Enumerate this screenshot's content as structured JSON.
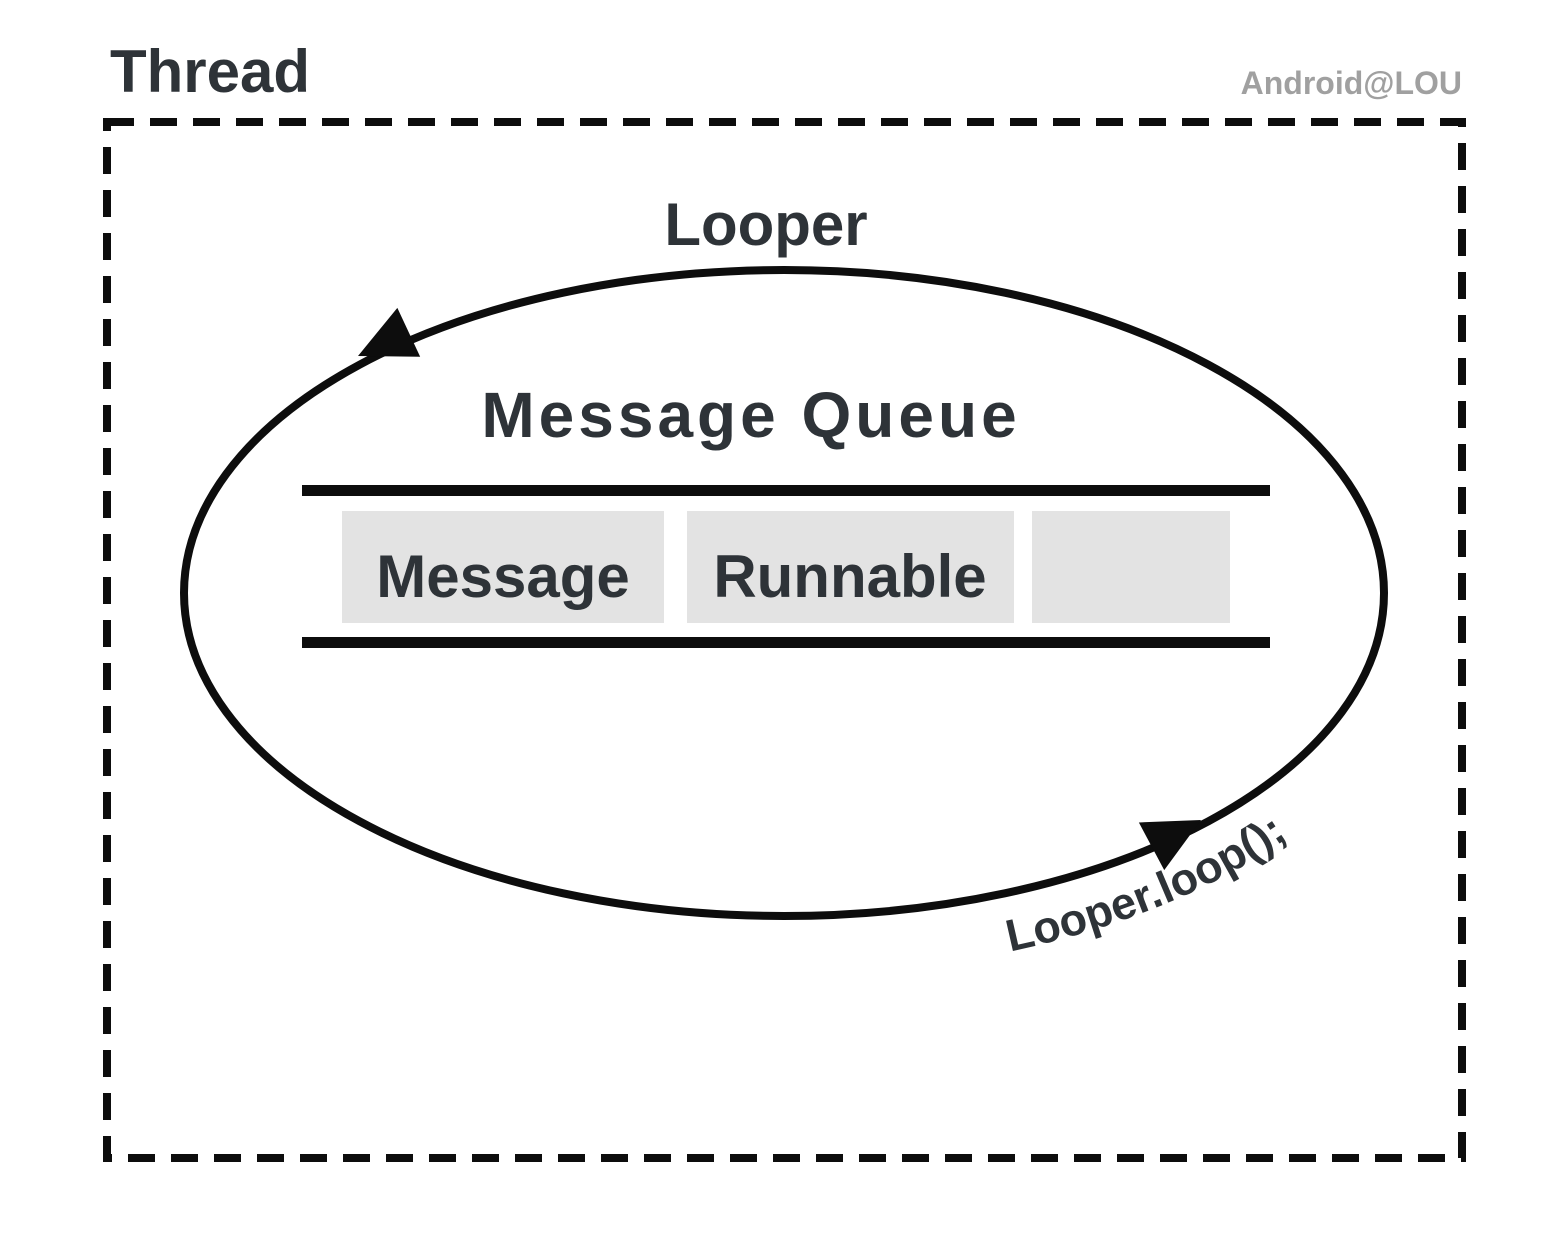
{
  "header": {
    "title": "Thread",
    "watermark": "Android@LOU"
  },
  "diagram": {
    "looper_label": "Looper",
    "queue_title": "Message Queue",
    "loop_call": "Looper.loop();",
    "queue_items": [
      {
        "label": "Message"
      },
      {
        "label": "Runnable"
      },
      {
        "label": ""
      }
    ]
  },
  "colors": {
    "ink": "#0d0d0d",
    "dark_text": "#2e3338",
    "muted_text": "#a0a0a0",
    "item_fill": "#e3e3e3",
    "background": "#ffffff"
  }
}
